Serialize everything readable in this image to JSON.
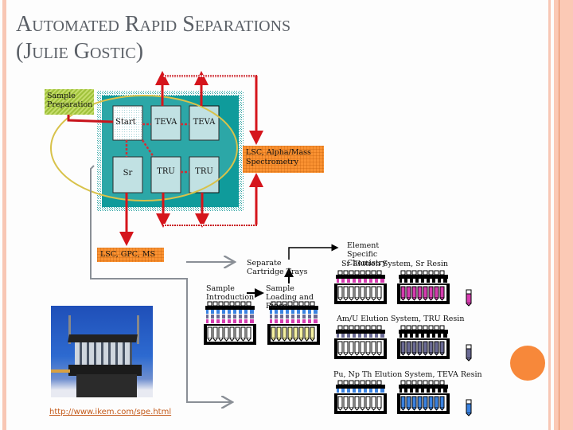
{
  "title": {
    "line1": "Automated Rapid Separations",
    "line2": "(Julie Gostic)"
  },
  "colors": {
    "accent_orange": "#f7883a",
    "accent_pink": "#f8c7b5",
    "panel_teal": "#0f9b9b",
    "cell_fill": "#b9dde0",
    "arrow_red": "#d5151c",
    "ellipse_yellow": "#d8c24a",
    "box_orange": "#fa9232",
    "box_green": "#9fc13a",
    "sr_magenta": "#d63cb0",
    "tru_slate": "#6a6a94",
    "teva_blue": "#3a82e0",
    "load_yellow": "#f4f0a0"
  },
  "diagram": {
    "sample_preparation": "Sample Preparation",
    "cells": [
      {
        "label": "Start",
        "row": 0,
        "col": 0
      },
      {
        "label": "TEVA",
        "row": 0,
        "col": 1
      },
      {
        "label": "TEVA",
        "row": 0,
        "col": 2
      },
      {
        "label": "Sr",
        "row": 1,
        "col": 0
      },
      {
        "label": "TRU",
        "row": 1,
        "col": 1
      },
      {
        "label": "TRU",
        "row": 1,
        "col": 2
      }
    ],
    "lsc_alpha_mass": "LSC, Alpha/Mass Spectrometry",
    "lsc_gpc_ms": "LSC, GPC, MS",
    "separate_cartridge_trays": "Separate Cartridge Trays",
    "sample_introduction": "Sample Introduction",
    "sample_loading_rinse": "Sample Loading and Rinse",
    "element_specific_chemistry": "Element Specific Chemistry",
    "systems": [
      {
        "label": "Sr Elution System, Sr Resin",
        "color_key": "sr_magenta"
      },
      {
        "label": "Am/U Elution System, TRU Resin",
        "color_key": "tru_slate"
      },
      {
        "label": "Pu, Np Th Elution System, TEVA Resin",
        "color_key": "teva_blue"
      }
    ]
  },
  "photo": {
    "alt": "Vacuum box with cartridge racks (photo)"
  },
  "link": {
    "text": "http://www.ikem.com/spe.html"
  }
}
